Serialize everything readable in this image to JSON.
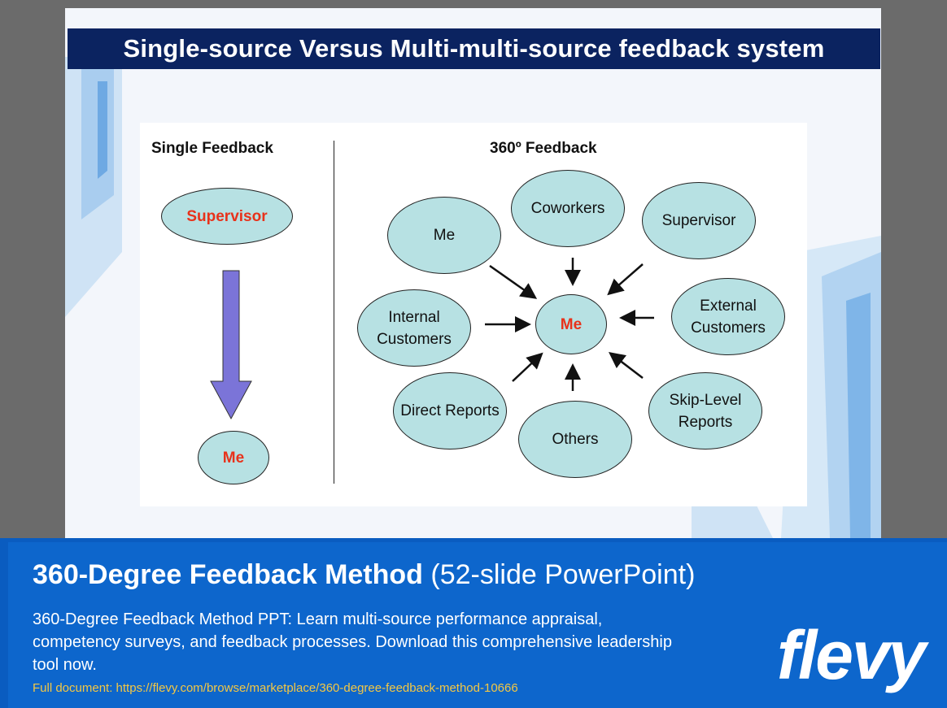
{
  "slide": {
    "title": "Single-source Versus Multi-multi-source feedback system"
  },
  "single": {
    "heading": "Single Feedback",
    "top": "Supervisor",
    "bottom": "Me"
  },
  "multi": {
    "heading": "360º Feedback",
    "center": "Me",
    "nodes": {
      "me": "Me",
      "coworkers": "Coworkers",
      "supervisor": "Supervisor",
      "internal_1": "Internal",
      "internal_2": "Customers",
      "external_1": "External",
      "external_2": "Customers",
      "direct_reports": "Direct Reports",
      "others": "Others",
      "skip_1": "Skip-Level",
      "skip_2": "Reports"
    }
  },
  "footer": {
    "title_bold": "360-Degree Feedback Method",
    "title_light": "(52-slide PowerPoint)",
    "description": "360-Degree Feedback Method PPT: Learn multi-source performance appraisal, competency surveys, and feedback processes. Download this comprehensive leadership tool now.",
    "link": "Full document: https://flevy.com/browse/marketplace/360-degree-feedback-method-10666",
    "logo": "flevy"
  },
  "colors": {
    "title_bar": "#0b2360",
    "ellipse_fill": "#b7e1e3",
    "highlight_text": "#e8321b",
    "down_arrow": "#7b74d8",
    "footer_bg": "#0d66cc",
    "link": "#f3c744"
  }
}
